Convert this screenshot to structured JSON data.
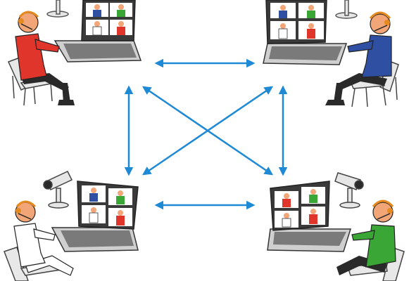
{
  "diagram": {
    "stations": [
      {
        "id": "top-left",
        "person_color": "#e0352b",
        "has_camera": false
      },
      {
        "id": "top-right",
        "person_color": "#2f4fa3",
        "has_camera": false
      },
      {
        "id": "bottom-left",
        "person_color": "#ffffff",
        "has_camera": true
      },
      {
        "id": "bottom-right",
        "person_color": "#3aa635",
        "has_camera": true
      }
    ],
    "connections": [
      {
        "from": "top-left",
        "to": "top-right"
      },
      {
        "from": "bottom-left",
        "to": "bottom-right"
      },
      {
        "from": "top-left",
        "to": "bottom-left"
      },
      {
        "from": "top-right",
        "to": "bottom-right"
      },
      {
        "from": "top-left",
        "to": "bottom-right"
      },
      {
        "from": "top-right",
        "to": "bottom-left"
      }
    ],
    "tile_person_colors": [
      "#2f4fa3",
      "#3aa635",
      "#ffffff",
      "#e0352b"
    ],
    "colors": {
      "arrow": "#1e8ad6",
      "headset": "#e58a1f",
      "laptop": "#3a3a3a",
      "skin": "#f2a577",
      "pants": "#2a2a2a"
    }
  }
}
